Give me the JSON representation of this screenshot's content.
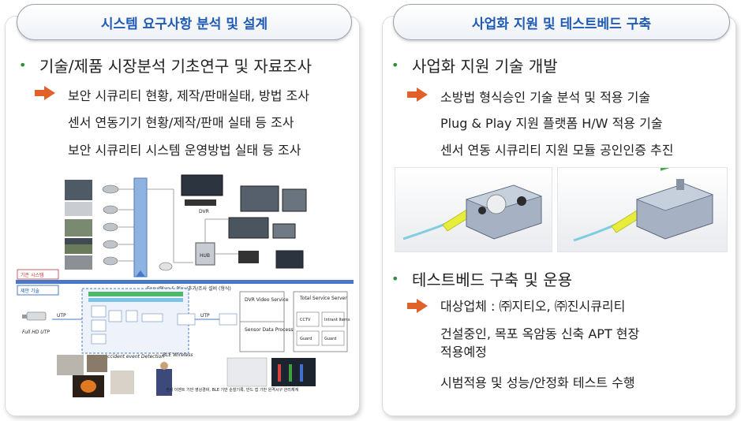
{
  "left": {
    "header": "시스템 요구사항 분석 및 설계",
    "bullet": "기술/제품 시장분석 기초연구 및 자료조사",
    "bullet_marker": "•",
    "items": [
      "보안 시큐리티 현황, 제작/판매실태, 방법  조사",
      "센서 연동기기 현황/제작/판매 실태 등 조사",
      "보안 시큐리티 시스템 운영방법 실태 등 조사"
    ],
    "diagram": {
      "label_dvr": "DVR",
      "label_hub": "HUB",
      "band_label": "Easy/Plug & Play/추가/조사 설비 (형식)",
      "label_utp_1": "UTP",
      "label_utp_2": "UTP",
      "label_fullhd": "Full HD\nUTP",
      "box_dvr": "DVR\nVideo\nService",
      "box_sensor": "Sensor\nData\nProcessing",
      "box_total": "Total Service\nServer",
      "box_cctv": "CCTV",
      "box_intrant": "Intrant\nItems",
      "box_guard1": "Guard",
      "box_guard2": "Guard",
      "label_accident": "Accident event\nDetection",
      "label_ble": "BLE\nWireless",
      "tag_existing": "기존 시스템",
      "tag_proposed": "제안 기술",
      "caption": "센서 이벤트 기반 영상경비, BLE 기반 순찰기록, 반드 앱 기반 원격시구 관리체계"
    },
    "colors": {
      "accent_blue": "#1f5bb5",
      "bullet_green": "#2f8f3a",
      "arrow_orange": "#e0612a"
    }
  },
  "right": {
    "header": "사업화 지원 및 테스트베드 구축",
    "bullet1": "사업화 지원 기술 개발",
    "bullet1_marker": "•",
    "items1": [
      "소방법 형식승인 기술 분석 및 적용 기술",
      "Plug & Play 지원 플랫폼 H/W 적용 기술",
      "센서 연동 시큐리티 지원 모듈 공인인증 추진"
    ],
    "bullet2": "테스트베드 구축 및 운용",
    "bullet2_marker": "•",
    "items2": [
      "대상업체 : ㈜지티오, ㈜진시큐리티",
      "건설중인, 목포 옥암동 신축 APT 현장\n적용예정",
      "시범적용 및 성능/안정화 테스트 수행"
    ]
  }
}
